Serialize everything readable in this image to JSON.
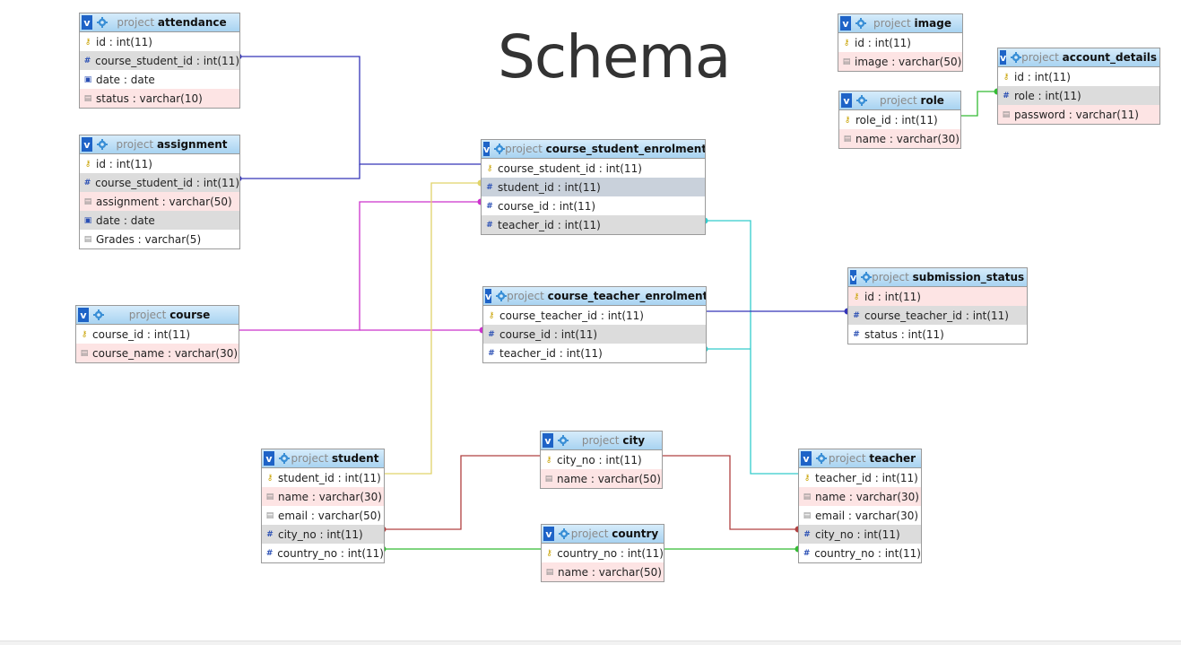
{
  "diagram_title": "Schema",
  "db_name": "project",
  "colors": {
    "blue_line": "#3434b8",
    "magenta_line": "#cc33cc",
    "yellow_line": "#e0d36a",
    "cyan_line": "#33cccc",
    "red_line": "#b04040",
    "green_line": "#33bb33"
  },
  "tables": [
    {
      "id": "attendance",
      "name": "attendance",
      "cols": [
        {
          "text": "id : int(11)",
          "icon": "key",
          "bg": "white"
        },
        {
          "text": "course_student_id : int(11)",
          "icon": "hash",
          "bg": "grey"
        },
        {
          "text": "date : date",
          "icon": "date",
          "bg": "white"
        },
        {
          "text": "status : varchar(10)",
          "icon": "txt",
          "bg": "pink"
        }
      ]
    },
    {
      "id": "assignment",
      "name": "assignment",
      "cols": [
        {
          "text": "id : int(11)",
          "icon": "key",
          "bg": "white"
        },
        {
          "text": "course_student_id : int(11)",
          "icon": "hash",
          "bg": "grey"
        },
        {
          "text": "assignment : varchar(50)",
          "icon": "txt",
          "bg": "pink"
        },
        {
          "text": "date : date",
          "icon": "date",
          "bg": "grey"
        },
        {
          "text": "Grades : varchar(5)",
          "icon": "txt",
          "bg": "white"
        }
      ]
    },
    {
      "id": "course",
      "name": "course",
      "cols": [
        {
          "text": "course_id : int(11)",
          "icon": "key",
          "bg": "white"
        },
        {
          "text": "course_name : varchar(30)",
          "icon": "txt",
          "bg": "pink"
        }
      ]
    },
    {
      "id": "course_student_enrolment",
      "name": "course_student_enrolment",
      "cols": [
        {
          "text": "course_student_id : int(11)",
          "icon": "key",
          "bg": "white"
        },
        {
          "text": "student_id : int(11)",
          "icon": "hash",
          "bg": "blue"
        },
        {
          "text": "course_id : int(11)",
          "icon": "hash",
          "bg": "white"
        },
        {
          "text": "teacher_id : int(11)",
          "icon": "hash",
          "bg": "grey"
        }
      ]
    },
    {
      "id": "course_teacher_enrolment",
      "name": "course_teacher_enrolment",
      "cols": [
        {
          "text": "course_teacher_id : int(11)",
          "icon": "key",
          "bg": "white"
        },
        {
          "text": "course_id : int(11)",
          "icon": "hash",
          "bg": "grey"
        },
        {
          "text": "teacher_id : int(11)",
          "icon": "hash",
          "bg": "white"
        }
      ]
    },
    {
      "id": "image",
      "name": "image",
      "cols": [
        {
          "text": "id : int(11)",
          "icon": "key",
          "bg": "white"
        },
        {
          "text": "image : varchar(50)",
          "icon": "txt",
          "bg": "pink"
        }
      ]
    },
    {
      "id": "role",
      "name": "role",
      "cols": [
        {
          "text": "role_id : int(11)",
          "icon": "key",
          "bg": "white"
        },
        {
          "text": "name : varchar(30)",
          "icon": "txt",
          "bg": "pink"
        }
      ]
    },
    {
      "id": "account_details",
      "name": "account_details",
      "cols": [
        {
          "text": "id : int(11)",
          "icon": "key",
          "bg": "white"
        },
        {
          "text": "role : int(11)",
          "icon": "hash",
          "bg": "grey"
        },
        {
          "text": "password : varchar(11)",
          "icon": "txt",
          "bg": "pink"
        }
      ]
    },
    {
      "id": "submission_status",
      "name": "submission_status",
      "cols": [
        {
          "text": "id : int(11)",
          "icon": "key",
          "bg": "pink"
        },
        {
          "text": "course_teacher_id : int(11)",
          "icon": "hash",
          "bg": "grey"
        },
        {
          "text": "status : int(11)",
          "icon": "hash",
          "bg": "white"
        }
      ]
    },
    {
      "id": "student",
      "name": "student",
      "cols": [
        {
          "text": "student_id : int(11)",
          "icon": "key",
          "bg": "white"
        },
        {
          "text": "name : varchar(30)",
          "icon": "txt",
          "bg": "pink"
        },
        {
          "text": "email : varchar(50)",
          "icon": "txt",
          "bg": "white"
        },
        {
          "text": "city_no : int(11)",
          "icon": "hash",
          "bg": "grey"
        },
        {
          "text": "country_no : int(11)",
          "icon": "hash",
          "bg": "white"
        }
      ]
    },
    {
      "id": "city",
      "name": "city",
      "cols": [
        {
          "text": "city_no : int(11)",
          "icon": "key",
          "bg": "white"
        },
        {
          "text": "name : varchar(50)",
          "icon": "txt",
          "bg": "pink"
        }
      ]
    },
    {
      "id": "country",
      "name": "country",
      "cols": [
        {
          "text": "country_no : int(11)",
          "icon": "key",
          "bg": "white"
        },
        {
          "text": "name : varchar(50)",
          "icon": "txt",
          "bg": "pink"
        }
      ]
    },
    {
      "id": "teacher",
      "name": "teacher",
      "cols": [
        {
          "text": "teacher_id : int(11)",
          "icon": "key",
          "bg": "white"
        },
        {
          "text": "name : varchar(30)",
          "icon": "txt",
          "bg": "pink"
        },
        {
          "text": "email : varchar(30)",
          "icon": "txt",
          "bg": "white"
        },
        {
          "text": "city_no : int(11)",
          "icon": "hash",
          "bg": "grey"
        },
        {
          "text": "country_no : int(11)",
          "icon": "hash",
          "bg": "white"
        }
      ]
    }
  ],
  "relations": [
    {
      "from": "attendance.course_student_id",
      "to": "course_student_enrolment.course_student_id",
      "color": "blue_line"
    },
    {
      "from": "assignment.course_student_id",
      "to": "course_student_enrolment.course_student_id",
      "color": "blue_line"
    },
    {
      "from": "course.course_id",
      "to": "course_student_enrolment.course_id",
      "color": "magenta_line"
    },
    {
      "from": "course.course_id",
      "to": "course_teacher_enrolment.course_id",
      "color": "magenta_line"
    },
    {
      "from": "student.student_id",
      "to": "course_student_enrolment.student_id",
      "color": "yellow_line"
    },
    {
      "from": "teacher.teacher_id",
      "to": "course_student_enrolment.teacher_id",
      "color": "cyan_line"
    },
    {
      "from": "teacher.teacher_id",
      "to": "course_teacher_enrolment.teacher_id",
      "color": "cyan_line"
    },
    {
      "from": "course_teacher_enrolment.course_teacher_id",
      "to": "submission_status.course_teacher_id",
      "color": "blue_line"
    },
    {
      "from": "role.role_id",
      "to": "account_details.role",
      "color": "green_line"
    },
    {
      "from": "city.city_no",
      "to": "student.city_no",
      "color": "red_line"
    },
    {
      "from": "city.city_no",
      "to": "teacher.city_no",
      "color": "red_line"
    },
    {
      "from": "country.country_no",
      "to": "student.country_no",
      "color": "green_line"
    },
    {
      "from": "country.country_no",
      "to": "teacher.country_no",
      "color": "green_line"
    }
  ]
}
